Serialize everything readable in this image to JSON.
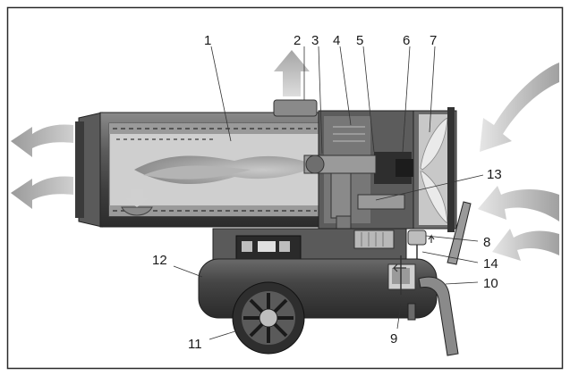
{
  "diagram": {
    "callouts": [
      {
        "id": "callout-1",
        "label": "1"
      },
      {
        "id": "callout-2",
        "label": "2"
      },
      {
        "id": "callout-3",
        "label": "3"
      },
      {
        "id": "callout-4",
        "label": "4"
      },
      {
        "id": "callout-5",
        "label": "5"
      },
      {
        "id": "callout-6",
        "label": "6"
      },
      {
        "id": "callout-7",
        "label": "7"
      },
      {
        "id": "callout-8",
        "label": "8"
      },
      {
        "id": "callout-9",
        "label": "9"
      },
      {
        "id": "callout-10",
        "label": "10"
      },
      {
        "id": "callout-11",
        "label": "11"
      },
      {
        "id": "callout-12",
        "label": "12"
      },
      {
        "id": "callout-13",
        "label": "13"
      },
      {
        "id": "callout-14",
        "label": "14"
      }
    ],
    "colors": {
      "frame": "#2a2a2a",
      "air_arrow": "#c8c8c8",
      "body_dark": "#4a4a4a",
      "body_mid": "#7a7a7a",
      "body_light": "#bdbdbd",
      "flame": "#a8a8a8"
    }
  }
}
